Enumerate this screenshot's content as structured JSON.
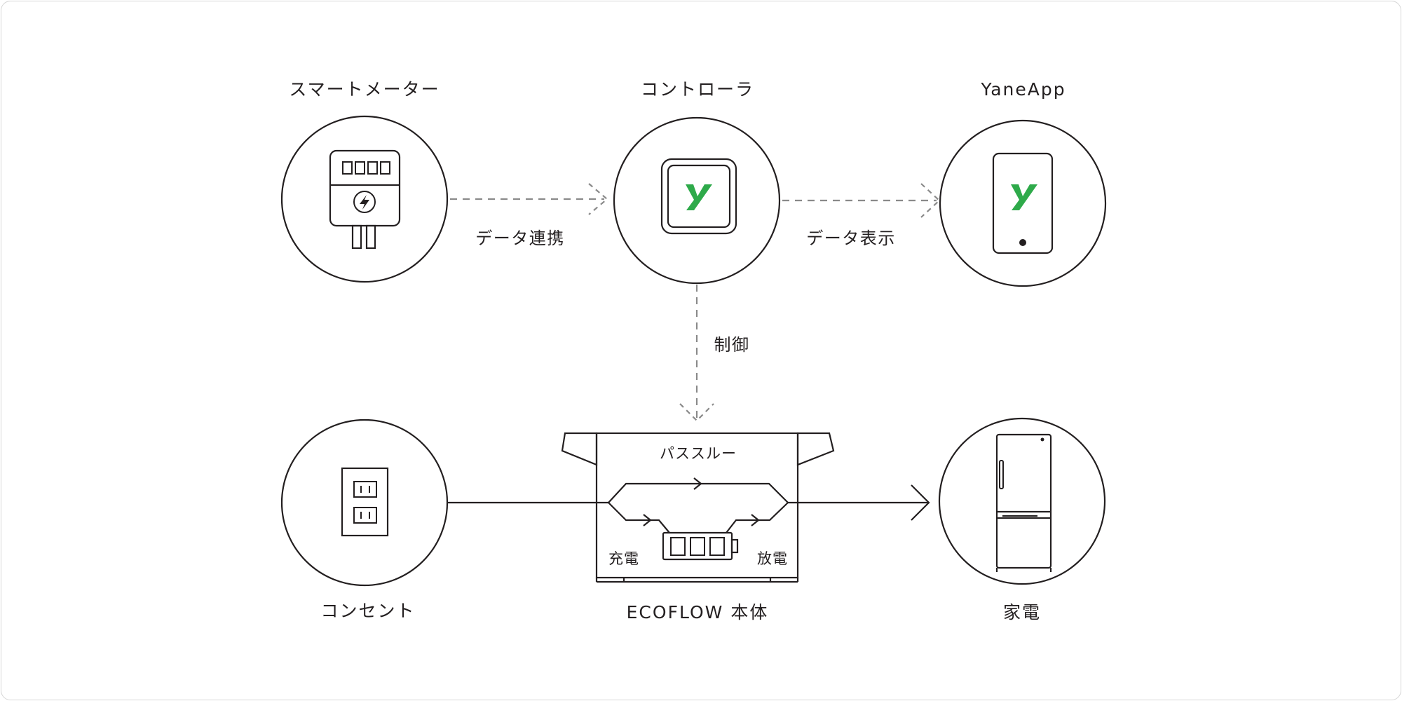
{
  "nodes": {
    "smart_meter": "スマートメーター",
    "controller": "コントローラ",
    "app": "YaneApp",
    "outlet": "コンセント",
    "ecoflow": "ECOFLOW 本体",
    "appliance": "家電"
  },
  "edges": {
    "data_link": "データ連携",
    "data_display": "データ表示",
    "control": "制御"
  },
  "ecoflow_inner": {
    "passthrough": "パススルー",
    "charge": "充電",
    "discharge": "放電"
  },
  "icons": {
    "smart_meter": "smart-meter-icon",
    "controller": "controller-icon",
    "app": "smartphone-icon",
    "outlet": "wall-outlet-icon",
    "ecoflow": "battery-icon",
    "appliance": "refrigerator-icon"
  },
  "colors": {
    "line": "#231f20",
    "dashed": "#8a8a8a",
    "brand_green": "#2eaa4a"
  }
}
